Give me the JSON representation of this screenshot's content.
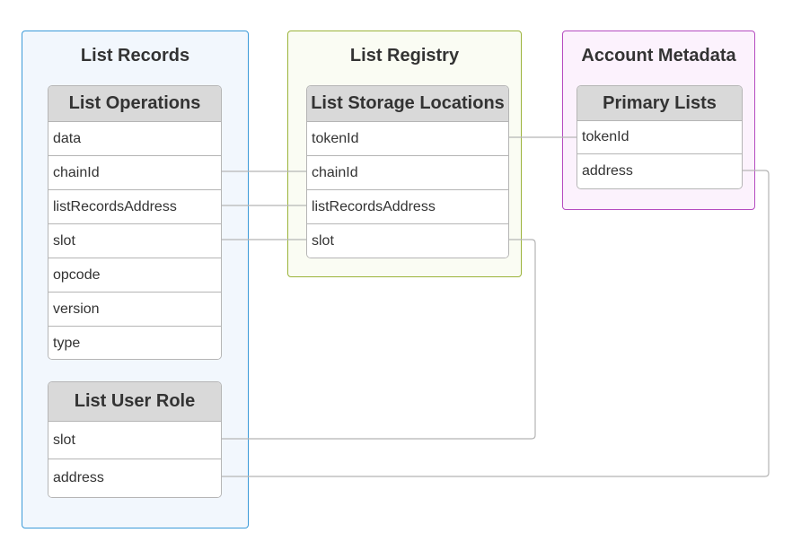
{
  "groups": {
    "list_records": {
      "title": "List Records",
      "color": "#3b9ad8",
      "fill": "#f2f7fd"
    },
    "list_registry": {
      "title": "List Registry",
      "color": "#9bb33a",
      "fill": "#fafcf3"
    },
    "account_metadata": {
      "title": "Account Metadata",
      "color": "#b54cc0",
      "fill": "#fcf2fd"
    }
  },
  "entities": {
    "list_operations": {
      "title": "List Operations",
      "fields": [
        "data",
        "chainId",
        "listRecordsAddress",
        "slot",
        "opcode",
        "version",
        "type"
      ]
    },
    "list_user_role": {
      "title": "List User Role",
      "fields": [
        "slot",
        "address"
      ]
    },
    "list_storage_locations": {
      "title": "List Storage Locations",
      "fields": [
        "tokenId",
        "chainId",
        "listRecordsAddress",
        "slot"
      ]
    },
    "primary_lists": {
      "title": "Primary Lists",
      "fields": [
        "tokenId",
        "address"
      ]
    }
  },
  "connector_color": "#b5b5b5"
}
